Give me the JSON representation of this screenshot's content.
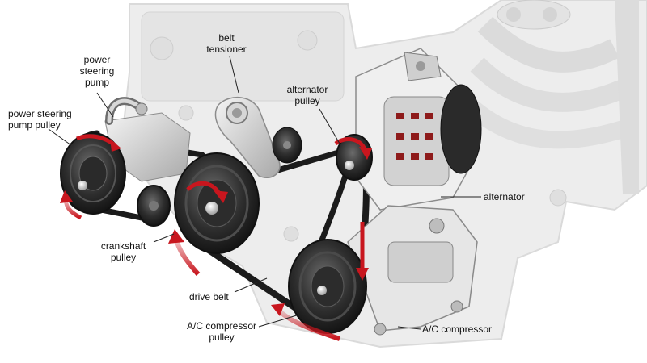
{
  "labels": {
    "belt_tensioner": [
      "belt",
      "tensioner"
    ],
    "power_steering_pump": [
      "power",
      "steering",
      "pump"
    ],
    "power_steering_pump_pulley": [
      "power steering",
      "pump pulley"
    ],
    "alternator_pulley": [
      "alternator",
      "pulley"
    ],
    "alternator": "alternator",
    "crankshaft_pulley": [
      "crankshaft",
      "pulley"
    ],
    "drive_belt": "drive belt",
    "ac_compressor_pulley": [
      "A/C compressor",
      "pulley"
    ],
    "ac_compressor": "A/C compressor"
  },
  "icons": {
    "rotation_arrows": "red-rotation-arrow-icon",
    "pulley": "pulley-icon"
  },
  "colors": {
    "arrow_red": "#c8161e",
    "belt": "#1b1b1b",
    "engine_block": "#e6e6e6",
    "metal_light": "#cfcfcf",
    "metal_dark": "#3a3a3a"
  }
}
